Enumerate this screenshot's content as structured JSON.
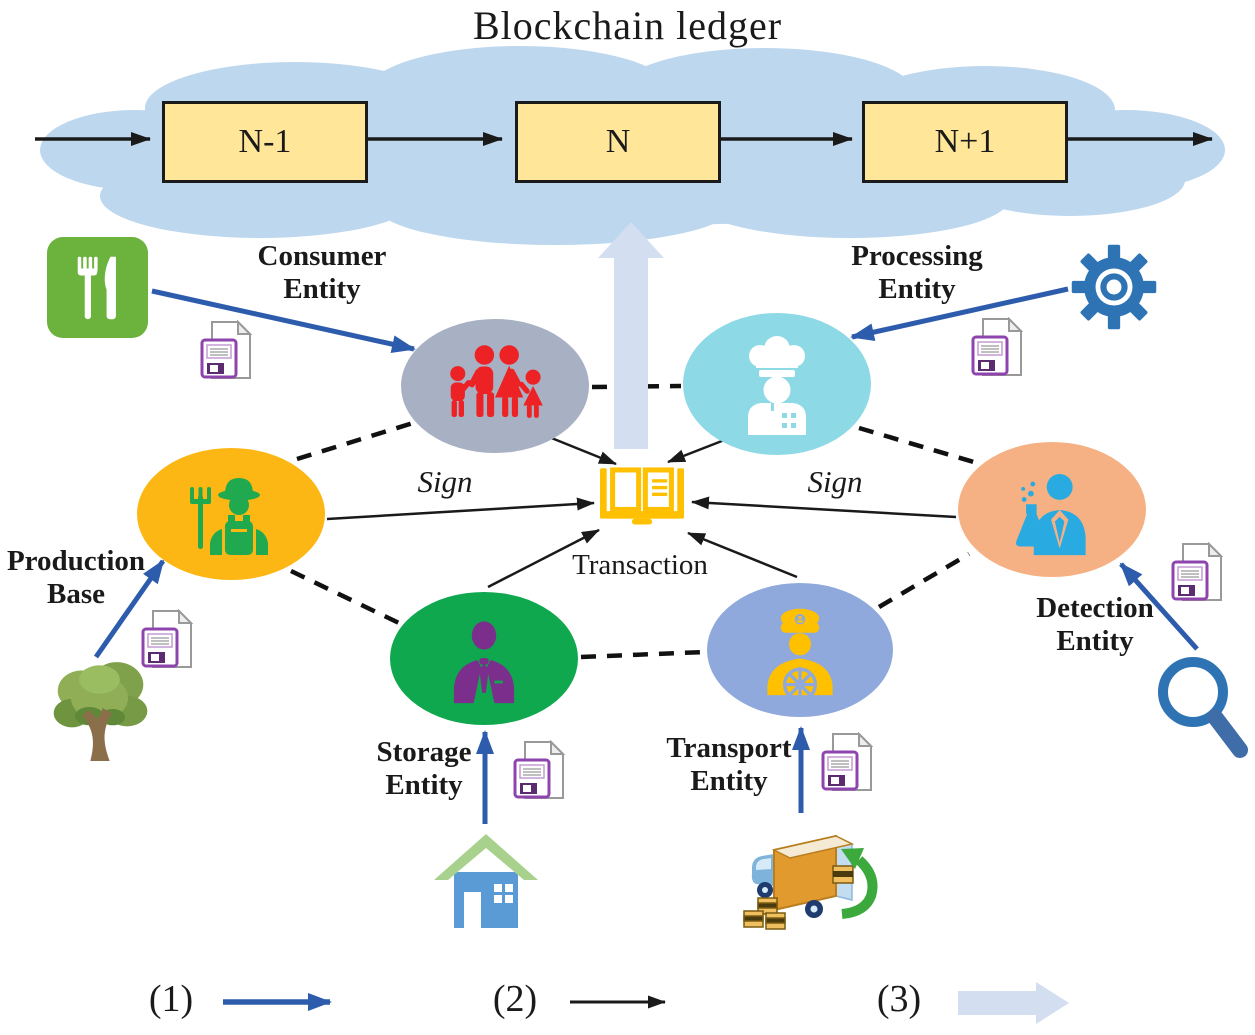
{
  "figure": {
    "title": "Blockchain ledger",
    "transaction_label": "Transaction",
    "sign_left": "Sign",
    "sign_right": "Sign"
  },
  "blockchain": {
    "blocks": [
      {
        "label": "N-1"
      },
      {
        "label": "N"
      },
      {
        "label": "N+1"
      }
    ]
  },
  "entities": {
    "consumer": {
      "line1": "Consumer",
      "line2": "Entity",
      "icon": "family-icon",
      "source_icon": "fork-knife-icon",
      "oval_color": "#A8B1C3",
      "icon_color": "#ED2224"
    },
    "processing": {
      "line1": "Processing",
      "line2": "Entity",
      "icon": "chef-icon",
      "source_icon": "gear-icon",
      "oval_color": "#8DD9E6",
      "icon_color": "#FFFFFF"
    },
    "production": {
      "line1": "Production",
      "line2": "Base",
      "icon": "farmer-icon",
      "source_icon": "tree-icon",
      "oval_color": "#FDB714",
      "icon_color": "#21A94F"
    },
    "detection": {
      "line1": "Detection",
      "line2": "Entity",
      "icon": "scientist-icon",
      "source_icon": "magnifier-icon",
      "oval_color": "#F5B183",
      "icon_color": "#29ABE2"
    },
    "storage": {
      "line1": "Storage",
      "line2": "Entity",
      "icon": "businessman-icon",
      "source_icon": "house-icon",
      "oval_color": "#0FA84F",
      "icon_color": "#7C2E8C"
    },
    "transport": {
      "line1": "Transport",
      "line2": "Entity",
      "icon": "captain-icon",
      "source_icon": "truck-icon",
      "oval_color": "#8FA9DC",
      "icon_color": "#FFC000"
    }
  },
  "record_icon": "floppy-doc-icon",
  "center_icon": "open-book-icon",
  "legend": {
    "items": [
      {
        "num": "(1)",
        "arrow": "blue-solid-arrow"
      },
      {
        "num": "(2)",
        "arrow": "black-thin-arrow"
      },
      {
        "num": "(3)",
        "arrow": "light-blue-block-arrow"
      }
    ]
  },
  "colors": {
    "cloud": "#BDD7EE",
    "block_fill": "#FFE699",
    "blue_arrow": "#2E5CAD",
    "black_arrow": "#1a1a1a",
    "light_blue_arrow": "#D4DEF1",
    "book": "#FFC000",
    "food_tile": "#6CB33E",
    "gear": "#2E74B5"
  }
}
